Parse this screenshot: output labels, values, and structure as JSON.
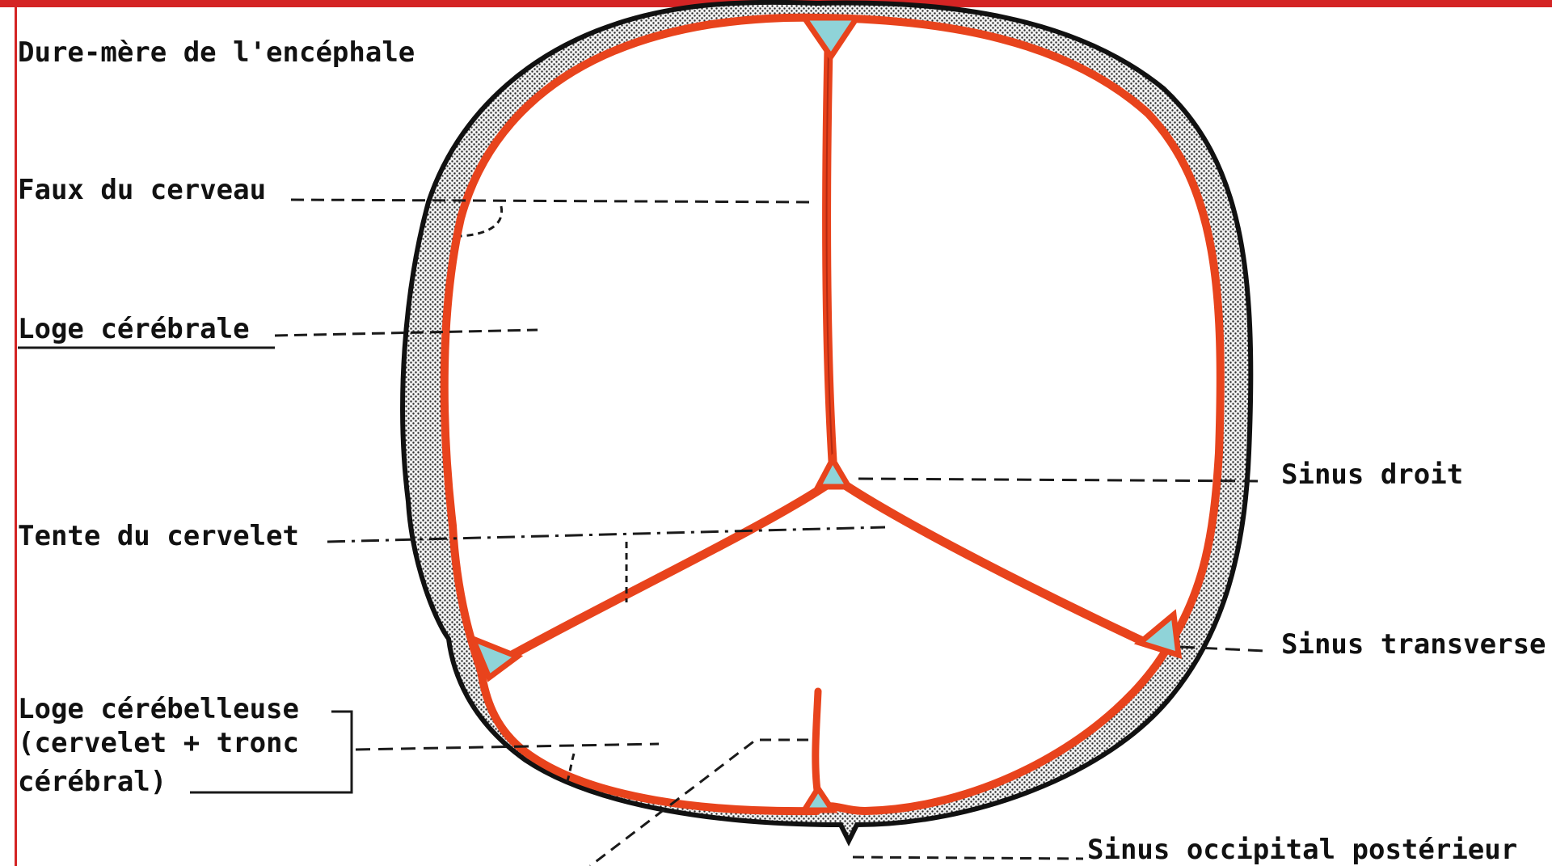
{
  "diagram": {
    "labels": {
      "dure_mere": "Dure-mère de l'encéphale",
      "faux_cerveau": "Faux du cerveau",
      "loge_cerebrale": "Loge cérébrale",
      "tente_cervelet": "Tente du cervelet",
      "loge_cerebelleuse_line1": "Loge cérébelleuse",
      "loge_cerebelleuse_line2": "(cervelet + tronc",
      "loge_cerebelleuse_line3": "cérébral)",
      "sinus_droit": "Sinus droit",
      "sinus_transverse": "Sinus transverse",
      "sinus_occipital": "Sinus occipital postérieur"
    },
    "colors": {
      "dura": "#e8431c",
      "dura_dark": "#b42a12",
      "sinus_fill": "#8fd3d8",
      "bone_dots": "#2a2a2a",
      "outline": "#111111",
      "frame": "#d42424",
      "leader": "#1a1a1a"
    }
  }
}
